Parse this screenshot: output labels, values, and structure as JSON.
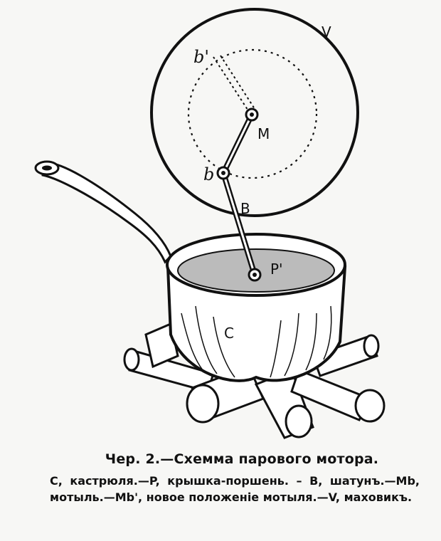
{
  "labels": {
    "flywheel": "V",
    "crank_pin_new": "b'",
    "crank_center": "M",
    "crank_pin": "b",
    "connecting_rod": "B",
    "piston": "P'",
    "pot": "C"
  },
  "caption": {
    "title": "Чер. 2.—Схемма парового мотора.",
    "body": "C, кастрюля.—P, крышка-поршень. – B, шатунъ.—Mb, мотыль.—Mb', новое положеніе мотыля.—V, маховикъ."
  }
}
